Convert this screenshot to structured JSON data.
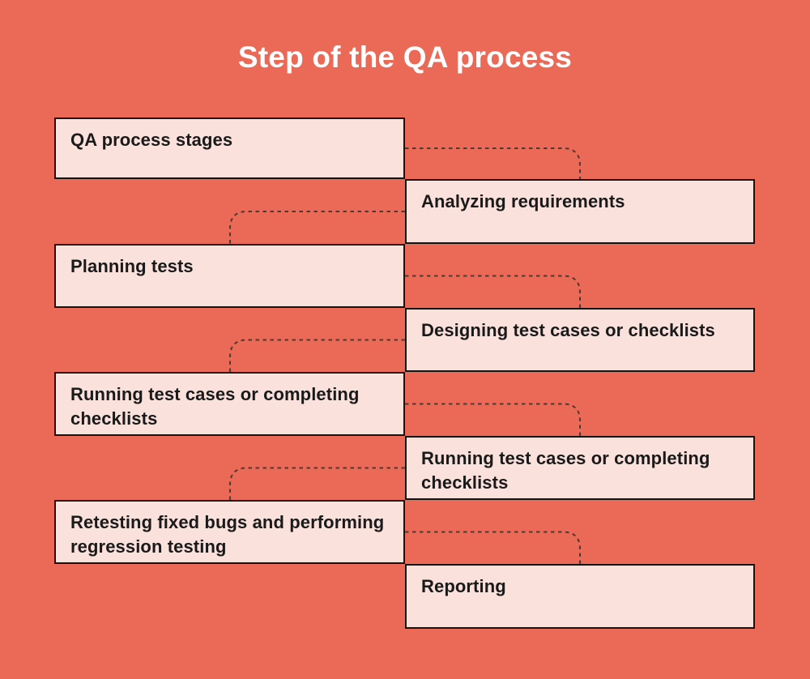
{
  "title": "Step of the QA process",
  "steps": [
    {
      "id": "qa-process-stages",
      "label": "QA process stages",
      "side": "left"
    },
    {
      "id": "analyzing-requirements",
      "label": "Analyzing requirements",
      "side": "right"
    },
    {
      "id": "planning-tests",
      "label": "Planning tests",
      "side": "left"
    },
    {
      "id": "designing-test-cases",
      "label": "Designing test cases or checklists",
      "side": "right"
    },
    {
      "id": "running-test-cases-1",
      "label": "Running test cases or completing checklists",
      "side": "left"
    },
    {
      "id": "running-test-cases-2",
      "label": "Running test cases or completing checklists",
      "side": "right"
    },
    {
      "id": "retesting-fixed-bugs",
      "label": "Retesting fixed bugs and performing regression testing",
      "side": "left"
    },
    {
      "id": "reporting",
      "label": "Reporting",
      "side": "right"
    }
  ],
  "colors": {
    "background": "#EB6A57",
    "box_fill": "#FBE1DC",
    "box_border": "#161311",
    "box_text": "#1A1A1A",
    "title_text": "#FFFFFF",
    "connector": "#503832"
  }
}
